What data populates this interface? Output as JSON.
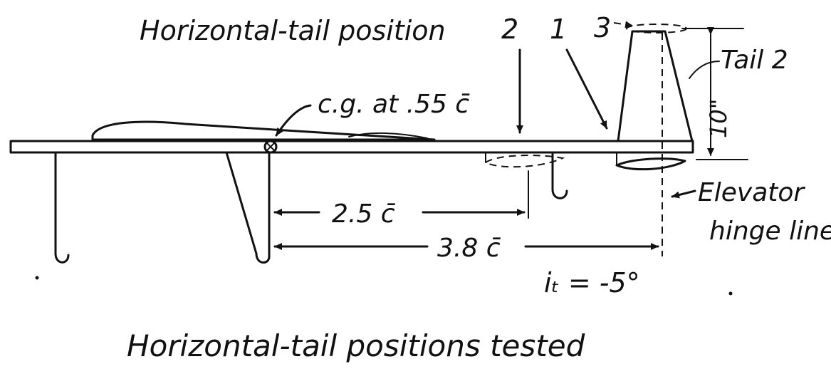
{
  "diagram": {
    "title": "Horizontal-tail position",
    "positions": [
      "2",
      "1",
      "3"
    ],
    "cg_label": "c.g. at .55 c̄",
    "tail_label": "Tail 2",
    "height_label": "10\"",
    "dim_short": "2.5 c̄",
    "dim_long": "3.8 c̄",
    "elevator_label_line1": "Elevator",
    "elevator_label_line2": "hinge line",
    "incidence_label": "iₜ = -5°",
    "caption": "Horizontal-tail positions tested"
  }
}
